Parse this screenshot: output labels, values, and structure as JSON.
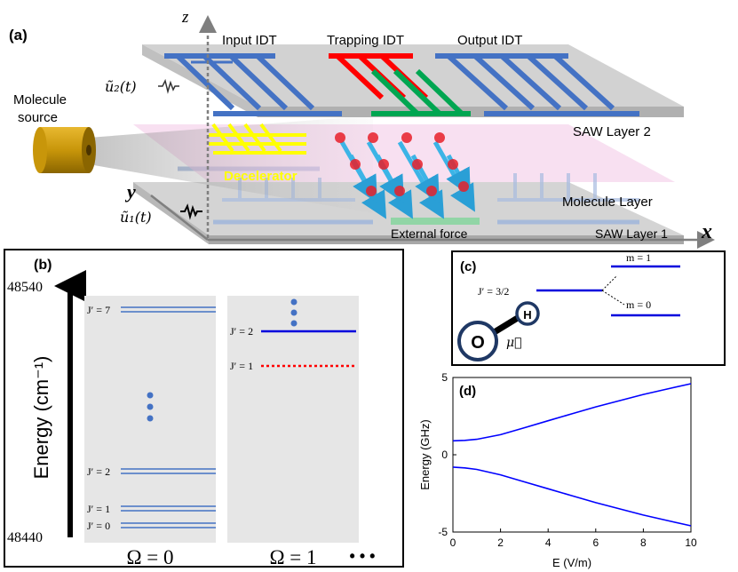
{
  "panel_a": {
    "tag": "(a)",
    "axis_z": "z",
    "axis_y": "y",
    "axis_x": "x",
    "label_input_idt": "Input IDT",
    "label_trapping_idt": "Trapping IDT",
    "label_output_idt": "Output IDT",
    "label_u2": "ũ₂(t)",
    "label_u1": "ũ₁(t)",
    "label_source_line1": "Molecule",
    "label_source_line2": "source",
    "label_decelerator": "Decelerator",
    "label_saw2": "SAW Layer 2",
    "label_molecule_layer": "Molecule Layer",
    "label_external_force": "External force",
    "label_saw1": "SAW Layer 1",
    "colors": {
      "idt_blue": "#4472c4",
      "trap_red": "#ff0000",
      "trap_green": "#00a651",
      "decelerator_yellow": "#ffff00",
      "arrow_cyan": "#3cb4e6",
      "molecule_red": "#e8202a",
      "source_gold": "#c8960a"
    }
  },
  "panel_b": {
    "tag": "(b)",
    "y_top": "48540",
    "y_bottom": "48440",
    "ylabel": "Energy (cm⁻¹)",
    "col0_label": "Ω = 0",
    "col1_label": "Ω = 1",
    "ellipsis": "• • •",
    "col0_levels": [
      "J′ = 7",
      "J′ = 2",
      "J′ = 1",
      "J′ = 0"
    ],
    "col1_levels": [
      "J′ = 2",
      "J′ = 1"
    ],
    "colors": {
      "level_blue": "#4472c4",
      "strong_blue": "#0000dd",
      "dotted_red": "#ff0000",
      "panel_gray": "#e6e6e6"
    }
  },
  "panel_c": {
    "tag": "(c)",
    "j_label": "J′ = 3/2",
    "m1_label": "m = 1",
    "m0_label": "m = 0",
    "atom_o": "O",
    "atom_h": "H",
    "mu_label": "μ⃗"
  },
  "chart_data": {
    "type": "line",
    "tag": "(d)",
    "xlabel": "E (V/m)",
    "ylabel": "Energy (GHz)",
    "xlim": [
      0,
      10
    ],
    "ylim": [
      -5,
      5
    ],
    "xticks": [
      0,
      2,
      4,
      6,
      8,
      10
    ],
    "yticks": [
      5,
      0,
      -5
    ],
    "grid": false,
    "series": [
      {
        "x": [
          0,
          0.5,
          1,
          2,
          3,
          4,
          5,
          6,
          7,
          8,
          9,
          10
        ],
        "values": [
          0.9,
          0.93,
          1.0,
          1.3,
          1.75,
          2.2,
          2.65,
          3.1,
          3.5,
          3.9,
          4.25,
          4.6
        ],
        "color": "#0000ff"
      },
      {
        "x": [
          0,
          0.5,
          1,
          2,
          3,
          4,
          5,
          6,
          7,
          8,
          9,
          10
        ],
        "values": [
          -0.8,
          -0.85,
          -0.95,
          -1.3,
          -1.75,
          -2.2,
          -2.65,
          -3.1,
          -3.5,
          -3.9,
          -4.25,
          -4.6
        ],
        "color": "#0000ff"
      }
    ]
  }
}
